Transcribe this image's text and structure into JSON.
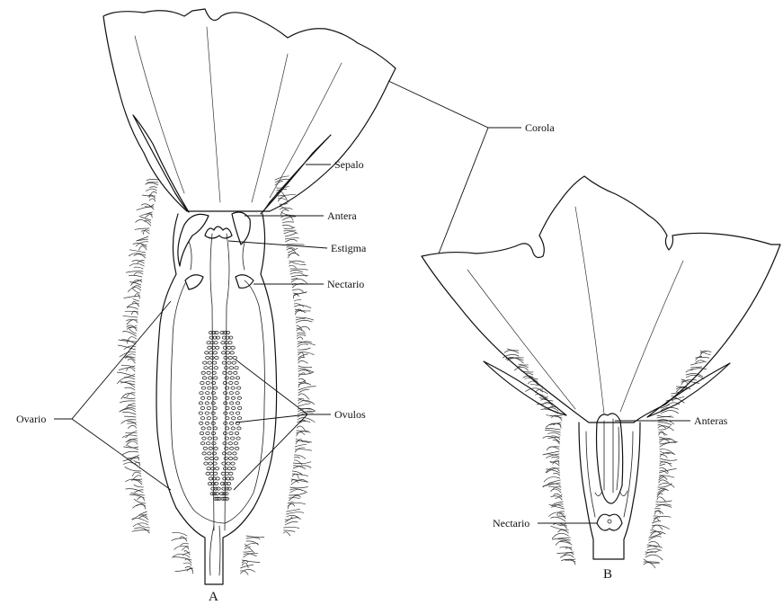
{
  "figure": {
    "panel_a": {
      "letter": "A",
      "labels": {
        "sepalo": "Sepalo",
        "antera": "Antera",
        "estigma": "Estigma",
        "nectario": "Nectario",
        "ovario": "Ovario",
        "ovulos": "Ovulos"
      }
    },
    "panel_b": {
      "letter": "B",
      "labels": {
        "anteras": "Anteras",
        "nectario": "Nectario"
      }
    },
    "shared_labels": {
      "corola": "Corola"
    }
  }
}
